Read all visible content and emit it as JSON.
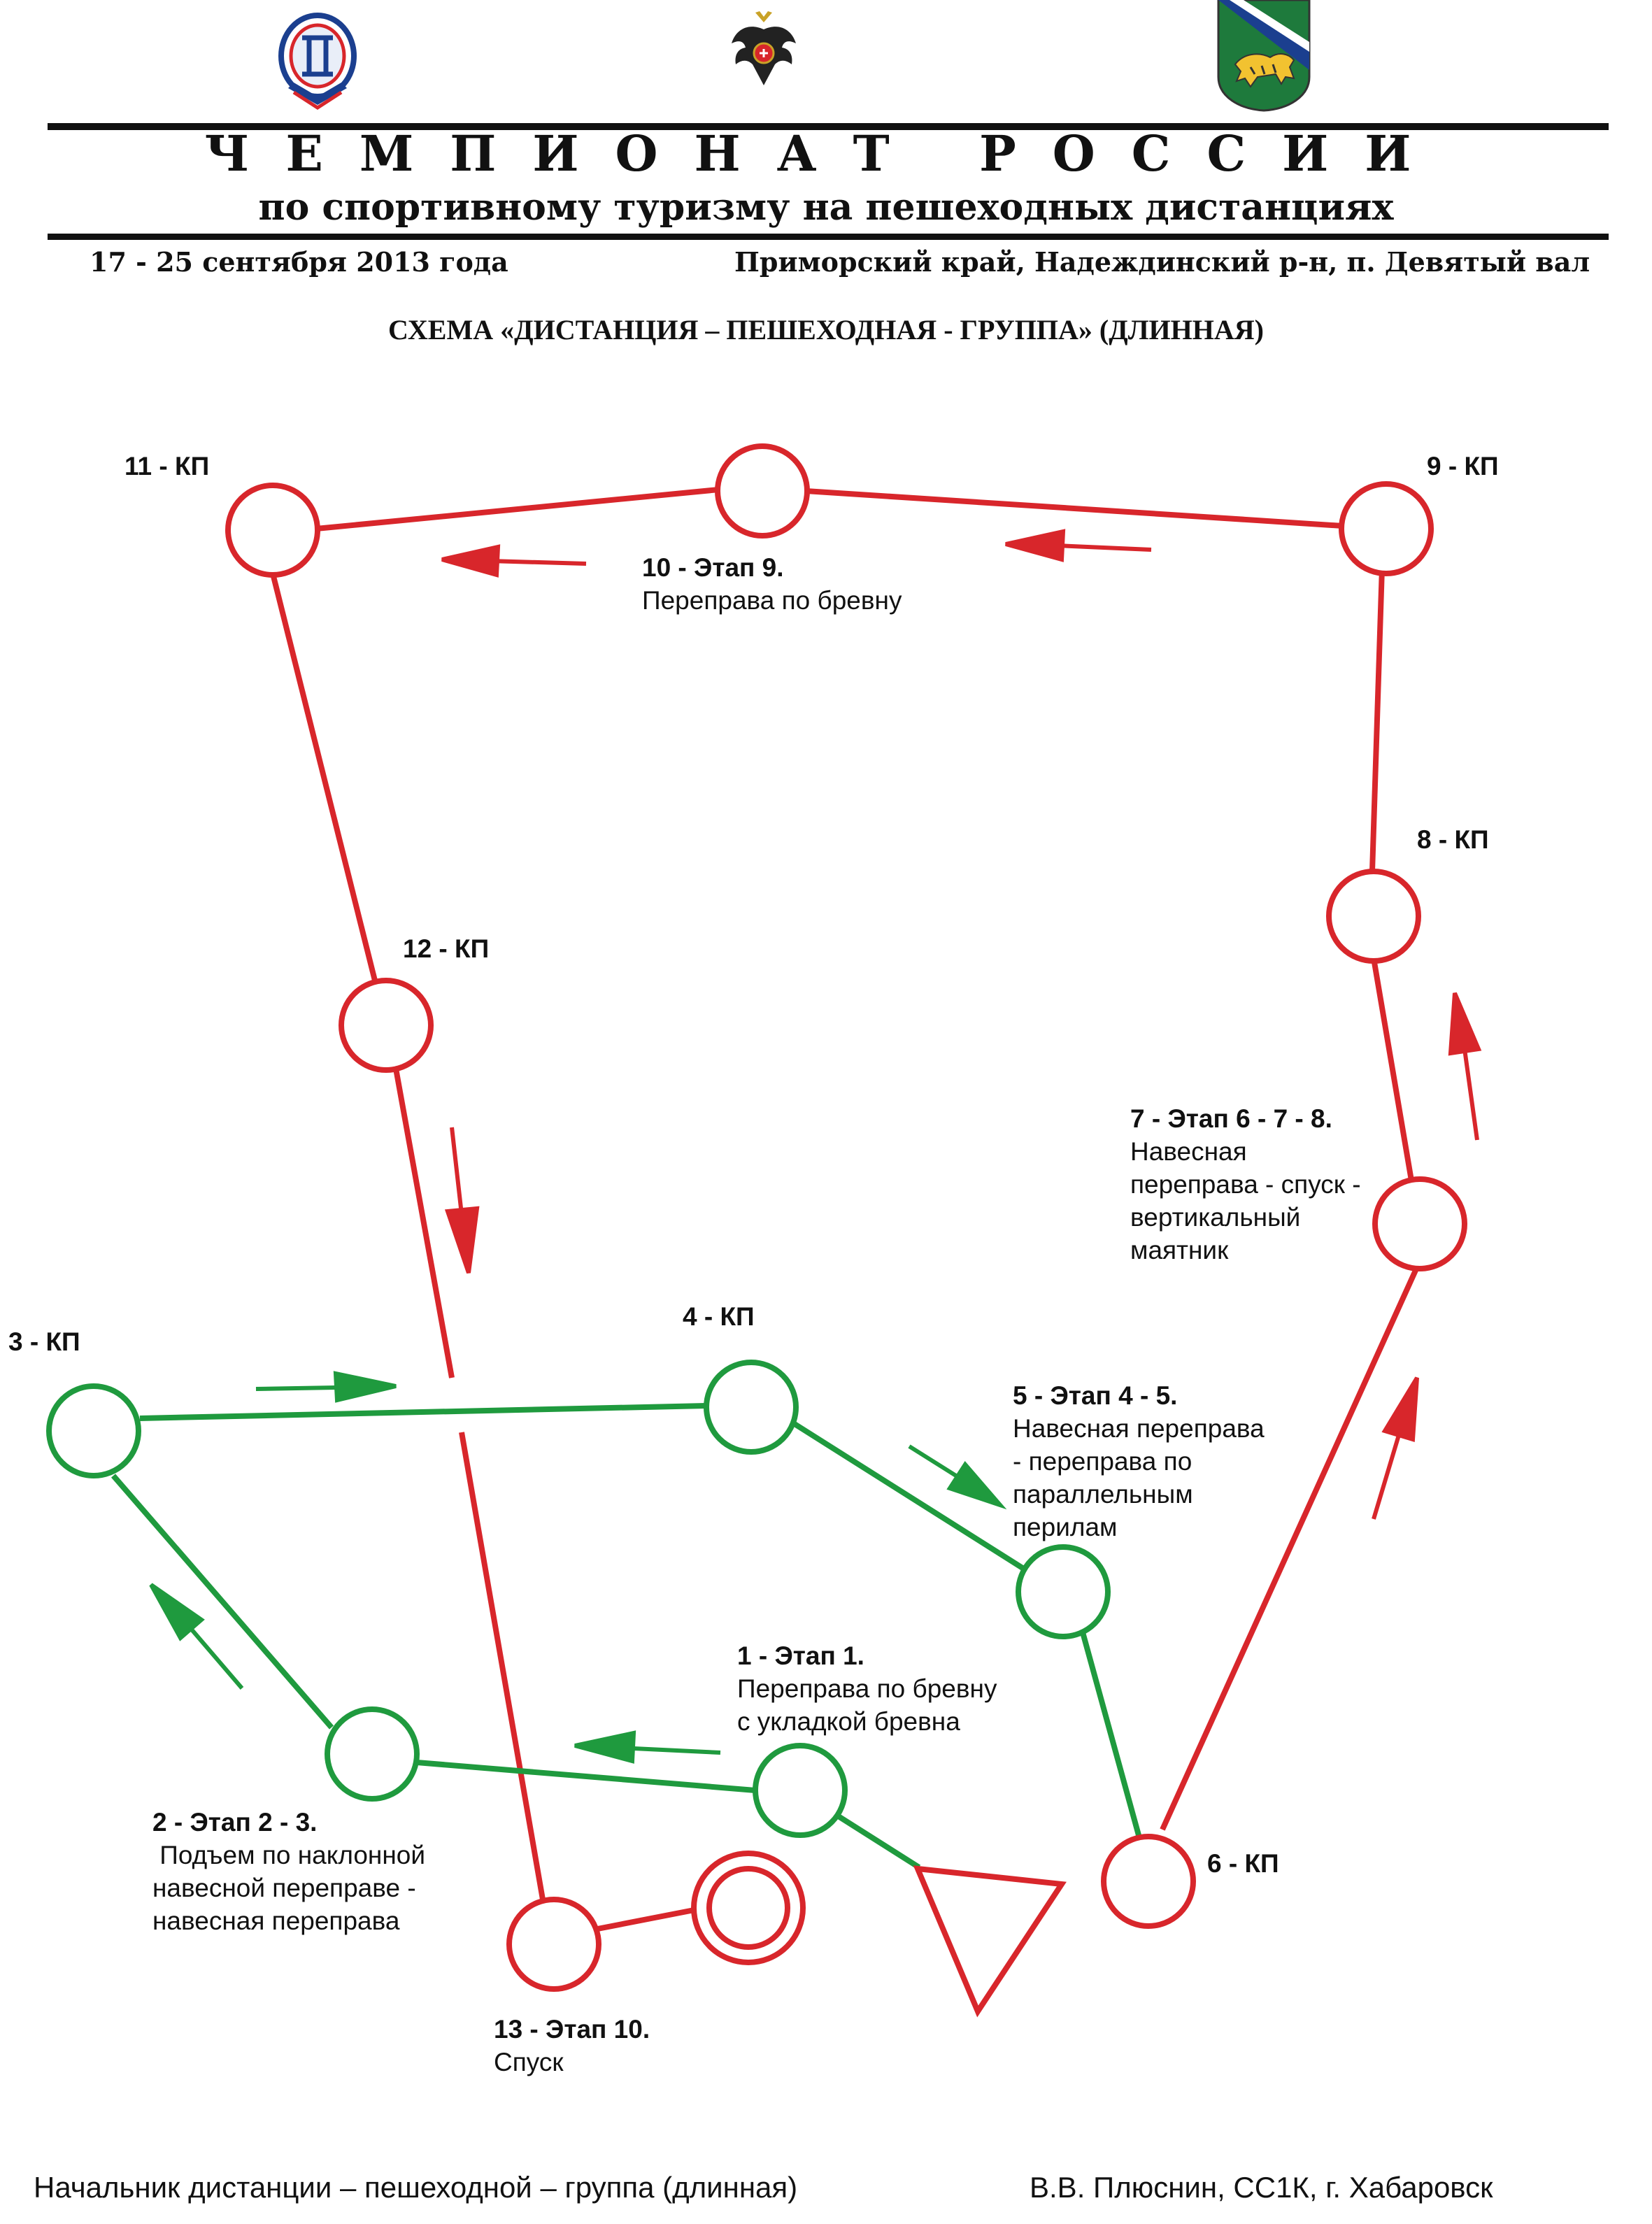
{
  "header": {
    "logos": [
      {
        "name": "sports-tourism-federation-emblem",
        "color": "#1b3f8f"
      },
      {
        "name": "russian-double-eagle-emblem",
        "color": "#c9a227"
      },
      {
        "name": "primorsky-krai-coat-of-arms",
        "color": "#1e7a3c"
      }
    ],
    "title_main": "ЧЕМПИОНАТ РОССИИ",
    "title_sub": "по спортивному туризму на пешеходных дистанциях",
    "dates": "17 - 25 сентября 2013 года",
    "place": "Приморский край, Надеждинский р-н, п. Девятый вал"
  },
  "scheme_title": "СХЕМА «ДИСТАНЦИЯ – ПЕШЕХОДНАЯ - ГРУППА» (ДЛИННАЯ)",
  "colors": {
    "red_route": "#d8262b",
    "green_route": "#1f9a3e"
  },
  "labels": {
    "kp3": "3 - КП",
    "kp4": "4 - КП",
    "kp6": "6 - КП",
    "kp8": "8 - КП",
    "kp9": "9 - КП",
    "kp11": "11 - КП",
    "kp12": "12 - КП",
    "stage1": {
      "title": "1 - Этап 1.",
      "lines": [
        "Переправа по бревну",
        "с укладкой бревна"
      ]
    },
    "stage2": {
      "title": "2 - Этап 2 - 3.",
      "lines": [
        " Подъем по наклонной",
        "навесной переправе -",
        "навесная переправа"
      ]
    },
    "stage5": {
      "title": "5 - Этап 4 - 5.",
      "lines": [
        "Навесная переправа",
        "- переправа по",
        "параллельным",
        "перилам"
      ]
    },
    "stage7": {
      "title": "7 - Этап 6 - 7 - 8.",
      "lines": [
        "Навесная",
        "переправа - спуск -",
        "вертикальный",
        "маятник"
      ]
    },
    "stage10": {
      "title": "10 - Этап 9.",
      "lines": [
        "Переправа по бревну"
      ]
    },
    "stage13": {
      "title": "13 - Этап 10.",
      "lines": [
        "Спуск"
      ]
    }
  },
  "footer": {
    "left": "Начальник дистанции – пешеходной – группа (длинная)",
    "right": "В.В. Плюснин, СС1К, г. Хабаровск"
  }
}
